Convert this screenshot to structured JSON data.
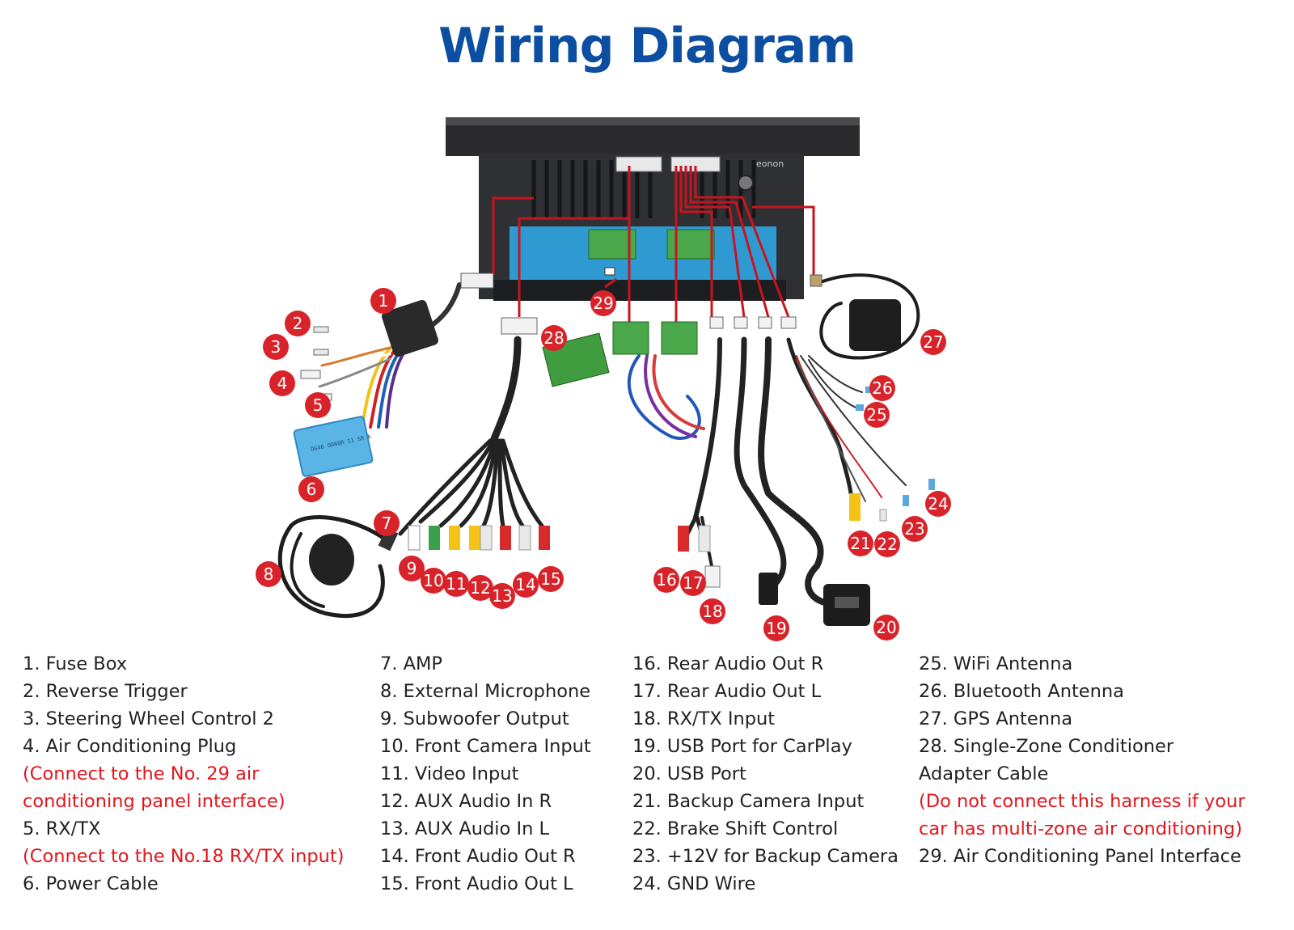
{
  "title": "Wiring Diagram",
  "colors": {
    "title": "#0b4ea2",
    "badge": "#d8232a",
    "leader": "#c8141e",
    "note": "#e3161c",
    "text": "#222222"
  },
  "diagram": {
    "unit_label": "eonon",
    "blue_plug_text": "DG48 OD60R 11 SR A"
  },
  "badges": [
    "1",
    "2",
    "3",
    "4",
    "5",
    "6",
    "7",
    "8",
    "9",
    "10",
    "11",
    "12",
    "13",
    "14",
    "15",
    "16",
    "17",
    "18",
    "19",
    "20",
    "21",
    "22",
    "23",
    "24",
    "25",
    "26",
    "27",
    "28",
    "29"
  ],
  "legend": {
    "columns": [
      {
        "items": [
          {
            "text": "1. Fuse Box"
          },
          {
            "text": "2. Reverse Trigger"
          },
          {
            "text": "3. Steering Wheel Control 2"
          },
          {
            "text": "4. Air Conditioning Plug"
          },
          {
            "note": "(Connect to the No. 29 air"
          },
          {
            "note": "conditioning panel interface)"
          },
          {
            "text": "5. RX/TX"
          },
          {
            "note": "(Connect to the No.18 RX/TX input)"
          },
          {
            "text": "6. Power Cable"
          }
        ]
      },
      {
        "items": [
          {
            "text": "7. AMP"
          },
          {
            "text": "8. External Microphone"
          },
          {
            "text": "9. Subwoofer Output"
          },
          {
            "text": "10. Front Camera Input"
          },
          {
            "text": "11. Video Input"
          },
          {
            "text": "12. AUX Audio In R"
          },
          {
            "text": "13. AUX Audio In L"
          },
          {
            "text": "14. Front Audio Out R"
          },
          {
            "text": "15. Front Audio Out L"
          }
        ]
      },
      {
        "items": [
          {
            "text": "16. Rear Audio Out R"
          },
          {
            "text": "17. Rear Audio Out L"
          },
          {
            "text": "18. RX/TX Input"
          },
          {
            "text": "19. USB Port for CarPlay"
          },
          {
            "text": "20. USB Port"
          },
          {
            "text": "21. Backup Camera Input"
          },
          {
            "text": "22. Brake Shift Control"
          },
          {
            "text": "23. +12V for Backup Camera"
          },
          {
            "text": "24. GND Wire"
          }
        ]
      },
      {
        "items": [
          {
            "text": "25. WiFi Antenna"
          },
          {
            "text": "26. Bluetooth Antenna"
          },
          {
            "text": "27. GPS Antenna"
          },
          {
            "text": "28. Single-Zone Conditioner"
          },
          {
            "text": "Adapter Cable"
          },
          {
            "note": "(Do not connect this harness if your"
          },
          {
            "note": "car has multi-zone air conditioning)"
          },
          {
            "text": "29. Air Conditioning Panel Interface"
          }
        ]
      }
    ]
  }
}
